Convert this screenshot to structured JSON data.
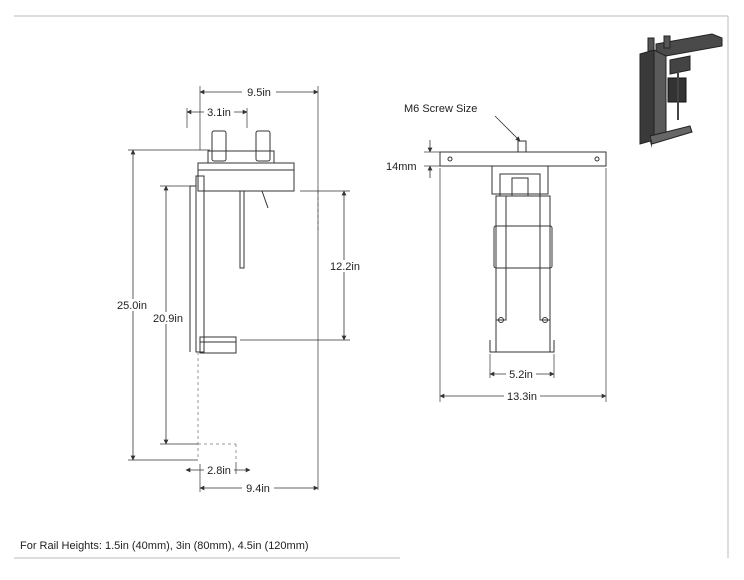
{
  "footnote": "For Rail Heights: 1.5in (40mm), 3in (80mm), 4.5in (120mm)",
  "side_view": {
    "overall_width": "9.5in",
    "post_spacing": "3.1in",
    "overall_height": "25.0in",
    "inner_height": "20.9in",
    "clamp_depth": "12.2in",
    "foot_width": "2.8in",
    "base_width": "9.4in"
  },
  "front_view": {
    "screw_label": "M6 Screw Size",
    "rail_thickness": "14mm",
    "inner_width": "5.2in",
    "overall_width": "13.3in"
  },
  "colors": {
    "line": "#333333",
    "dashed": "#999999",
    "frame": "#bbbbbb",
    "render": "#3a3a3a"
  },
  "icons": {
    "product_thumbnail": "cpu-holder-3d-render-icon"
  }
}
